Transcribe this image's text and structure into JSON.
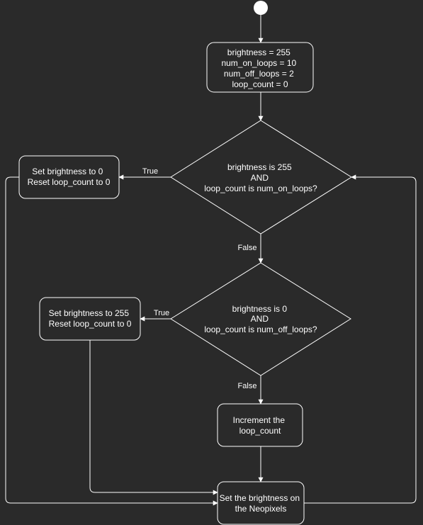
{
  "colors": {
    "background": "#2a2a2a",
    "stroke": "#ffffff",
    "text": "#ffffff"
  },
  "nodes": {
    "init": {
      "lines": [
        "brightness = 255",
        "num_on_loops = 10",
        "num_off_loops = 2",
        "loop_count = 0"
      ]
    },
    "decision_on": {
      "lines": [
        "brightness is 255",
        "AND",
        "loop_count is num_on_loops?"
      ]
    },
    "set_off": {
      "lines": [
        "Set brightness to 0",
        "Reset loop_count to 0"
      ]
    },
    "decision_off": {
      "lines": [
        "brightness is 0",
        "AND",
        "loop_count is num_off_loops?"
      ]
    },
    "set_on": {
      "lines": [
        "Set brightness to 255",
        "Reset loop_count to 0"
      ]
    },
    "increment": {
      "lines": [
        "Increment the",
        "loop_count"
      ]
    },
    "set_neopixels": {
      "lines": [
        "Set the brightness on",
        "the Neopixels"
      ]
    }
  },
  "edge_labels": {
    "on_true": "True",
    "on_false": "False",
    "off_true": "True",
    "off_false": "False"
  }
}
